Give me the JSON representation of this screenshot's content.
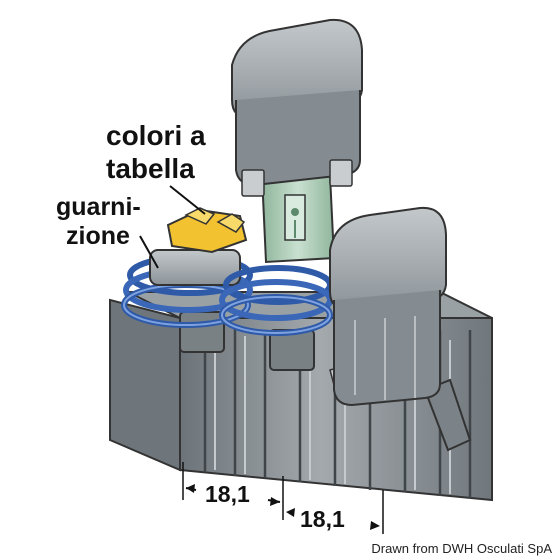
{
  "labels": {
    "colori_line1": "colori a",
    "colori_line2": "tabella",
    "guarnizione_line1": "guarni-",
    "guarnizione_line2": "zione"
  },
  "dimensions": {
    "left": "18,1",
    "right": "18,1"
  },
  "credit": "Drawn from DWH Osculati SpA",
  "colors": {
    "housing": "#8f969b",
    "housing_dark": "#5f666b",
    "housing_light": "#b8bec2",
    "seal_ring": "#3a67b8",
    "seal_ring_light": "#7ea2e0",
    "fuse_color": "#f2c230",
    "fuse_body": "#a9c9b4"
  }
}
